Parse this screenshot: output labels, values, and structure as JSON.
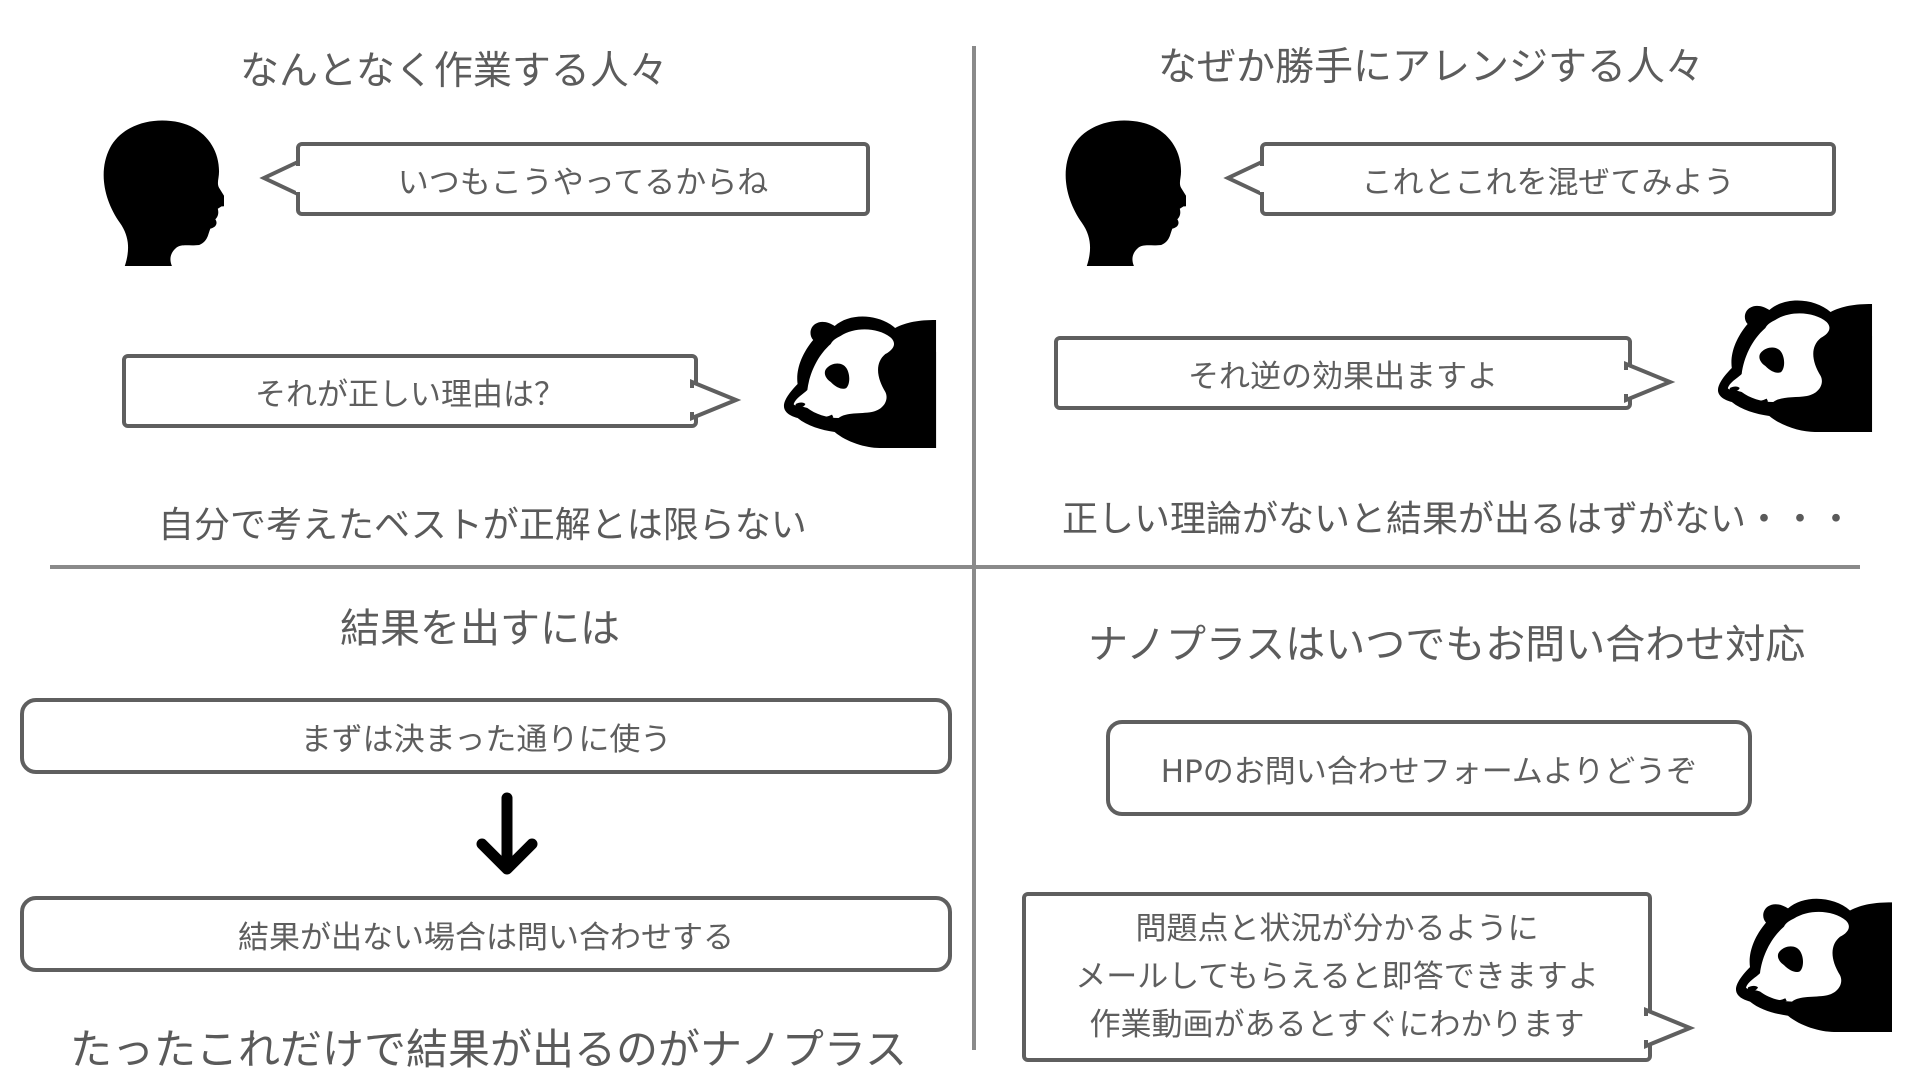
{
  "q1": {
    "title": "なんとなく作業する人々",
    "human_bubble": "いつもこうやってるからね",
    "panda_bubble": "それが正しい理由は？",
    "footnote": "自分で考えたベストが正解とは限らない"
  },
  "q2": {
    "title": "なぜか勝手にアレンジする人々",
    "human_bubble": "これとこれを混ぜてみよう",
    "panda_bubble": "それ逆の効果出ますよ",
    "footnote": "正しい理論がないと結果が出るはずがない・・・"
  },
  "q3": {
    "title": "結果を出すには",
    "step1": "まずは決まった通りに使う",
    "step2": "結果が出ない場合は問い合わせする",
    "footnote": "たったこれだけで結果が出るのがナノプラス"
  },
  "q4": {
    "title": "ナノプラスはいつでもお問い合わせ対応",
    "contact_box": "HPのお問い合わせフォームよりどうぞ",
    "panda_lines": [
      "問題点と状況が分かるように",
      "メールしてもらえると即答できますよ",
      "作業動画があるとすぐにわかります"
    ]
  },
  "icons": [
    "human-head-icon",
    "panda-head-icon",
    "arrow-down-icon"
  ],
  "colors": {
    "text": "#5c5c5c",
    "border": "#5f5f5f",
    "divider": "#8a8a8a",
    "icon": "#000000"
  }
}
